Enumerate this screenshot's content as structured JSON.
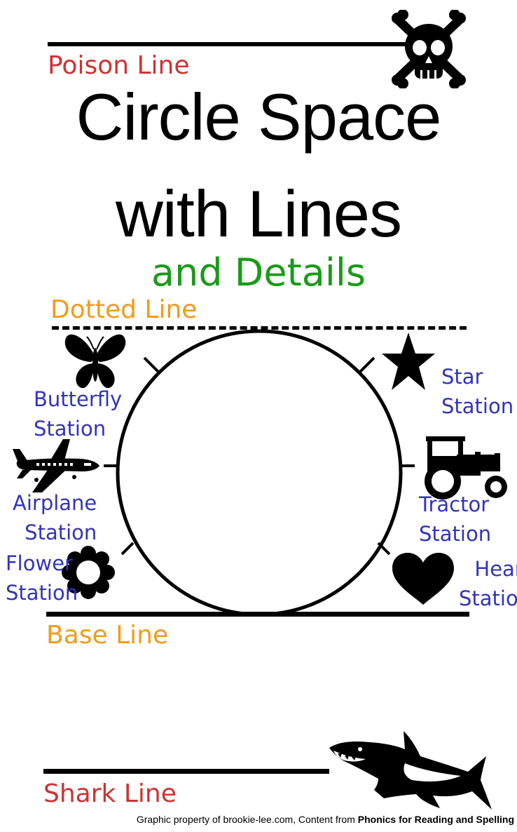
{
  "lines": {
    "poison": "Poison Line",
    "dotted": "Dotted Line",
    "base": "Base Line",
    "shark": "Shark Line"
  },
  "title": {
    "line1": "Circle Space",
    "line2": "with Lines",
    "subtitle": "and Details"
  },
  "stations": {
    "butterfly": [
      "Butterfly",
      "Station"
    ],
    "airplane": [
      "Airplane",
      "Station"
    ],
    "flower": [
      "Flower",
      "Station"
    ],
    "star": [
      "Star",
      "Station"
    ],
    "tractor": [
      "Tractor",
      "Station"
    ],
    "heart": [
      "Heart",
      "Station"
    ]
  },
  "footer": {
    "prefix": "Graphic property of brookie-lee.com, Content from ",
    "book": "Phonics for Reading and Spelling"
  },
  "colors": {
    "poison_label": "#cc3333",
    "dotted_label": "#f29b1c",
    "station_text": "#3333bb",
    "subtitle": "#1a9a1a"
  },
  "icons": [
    "skull-crossbones-icon",
    "butterfly-icon",
    "airplane-icon",
    "flower-icon",
    "star-icon",
    "tractor-icon",
    "heart-icon",
    "shark-icon"
  ]
}
